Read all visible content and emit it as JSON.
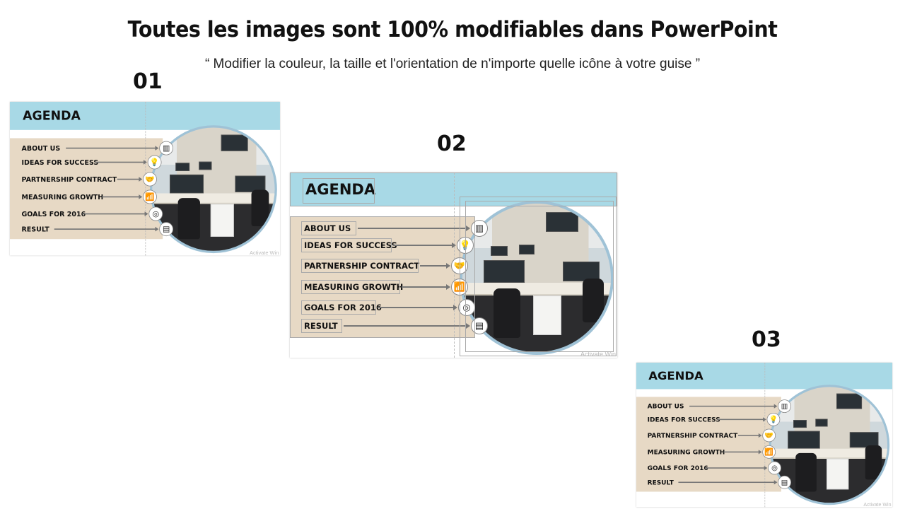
{
  "title": "Toutes les images sont 100% modifiables dans PowerPoint",
  "subtitle": "“ Modifier la couleur, la taille et l'orientation de n'importe quelle icône à votre guise ”",
  "variants": [
    {
      "number": "01"
    },
    {
      "number": "02"
    },
    {
      "number": "03"
    }
  ],
  "panel": {
    "heading": "AGENDA",
    "watermark": "Activate Win",
    "items": [
      {
        "label": "ABOUT US",
        "icon": "book-icon",
        "glyph": "▥"
      },
      {
        "label": "IDEAS FOR SUCCESS",
        "icon": "lightbulb-icon",
        "glyph": "💡"
      },
      {
        "label": "PARTNERSHIP CONTRACT",
        "icon": "handshake-icon",
        "glyph": "🤝"
      },
      {
        "label": "MEASURING GROWTH",
        "icon": "growth-chart-icon",
        "glyph": "📶"
      },
      {
        "label": "GOALS FOR 2016",
        "icon": "target-icon",
        "glyph": "◎"
      },
      {
        "label": "RESULT",
        "icon": "report-icon",
        "glyph": "▤"
      }
    ]
  },
  "colors": {
    "header": "#a8d9e6",
    "beige": "#e7d9c5",
    "ring": "#9fc2d6"
  }
}
